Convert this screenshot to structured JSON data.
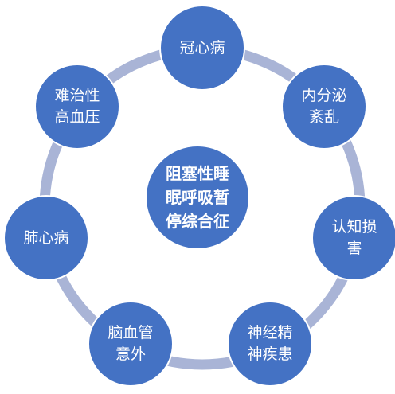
{
  "colors": {
    "node_fill": "#4472c4",
    "node_border": "#ffffff",
    "ring": "#a9b4d6"
  },
  "center": {
    "lines": [
      "阻塞性睡",
      "眠呼吸暂",
      "停综合征"
    ]
  },
  "nodes": [
    {
      "lines": [
        "冠心病"
      ]
    },
    {
      "lines": [
        "内分泌",
        "紊乱"
      ]
    },
    {
      "lines": [
        "认知损",
        "害"
      ]
    },
    {
      "lines": [
        "神经精",
        "神疾患"
      ]
    },
    {
      "lines": [
        "脑血管",
        "意外"
      ]
    },
    {
      "lines": [
        "肺心病"
      ]
    },
    {
      "lines": [
        "难治性",
        "高血压"
      ]
    }
  ]
}
